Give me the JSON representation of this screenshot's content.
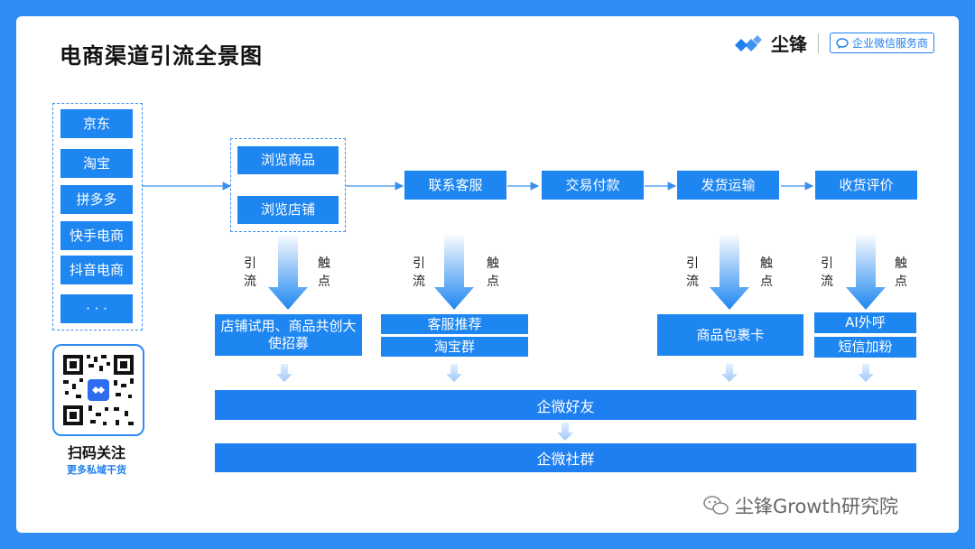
{
  "title": "电商渠道引流全景图",
  "logo": {
    "brand": "尘锋",
    "badge": "企业微信服务商"
  },
  "platforms": [
    "京东",
    "淘宝",
    "拼多多",
    "快手电商",
    "抖音电商",
    "· · ·"
  ],
  "browse": [
    "浏览商品",
    "浏览店铺"
  ],
  "stages": [
    "联系客服",
    "交易付款",
    "发货运输",
    "收货评价"
  ],
  "side_labels": {
    "left": "引流",
    "right": "触点"
  },
  "touchpoints": {
    "browse": "店铺试用、商品共创大使招募",
    "service": [
      "客服推荐",
      "淘宝群"
    ],
    "shipping": "商品包裹卡",
    "review": [
      "AI外呼",
      "短信加粉"
    ]
  },
  "outcomes": [
    "企微好友",
    "企微社群"
  ],
  "qr": {
    "label": "扫码关注",
    "sub": "更多私域干货"
  },
  "footer": "尘锋Growth研究院",
  "colors": {
    "accent": "#1e86f0",
    "frame": "#2f8cf5"
  }
}
